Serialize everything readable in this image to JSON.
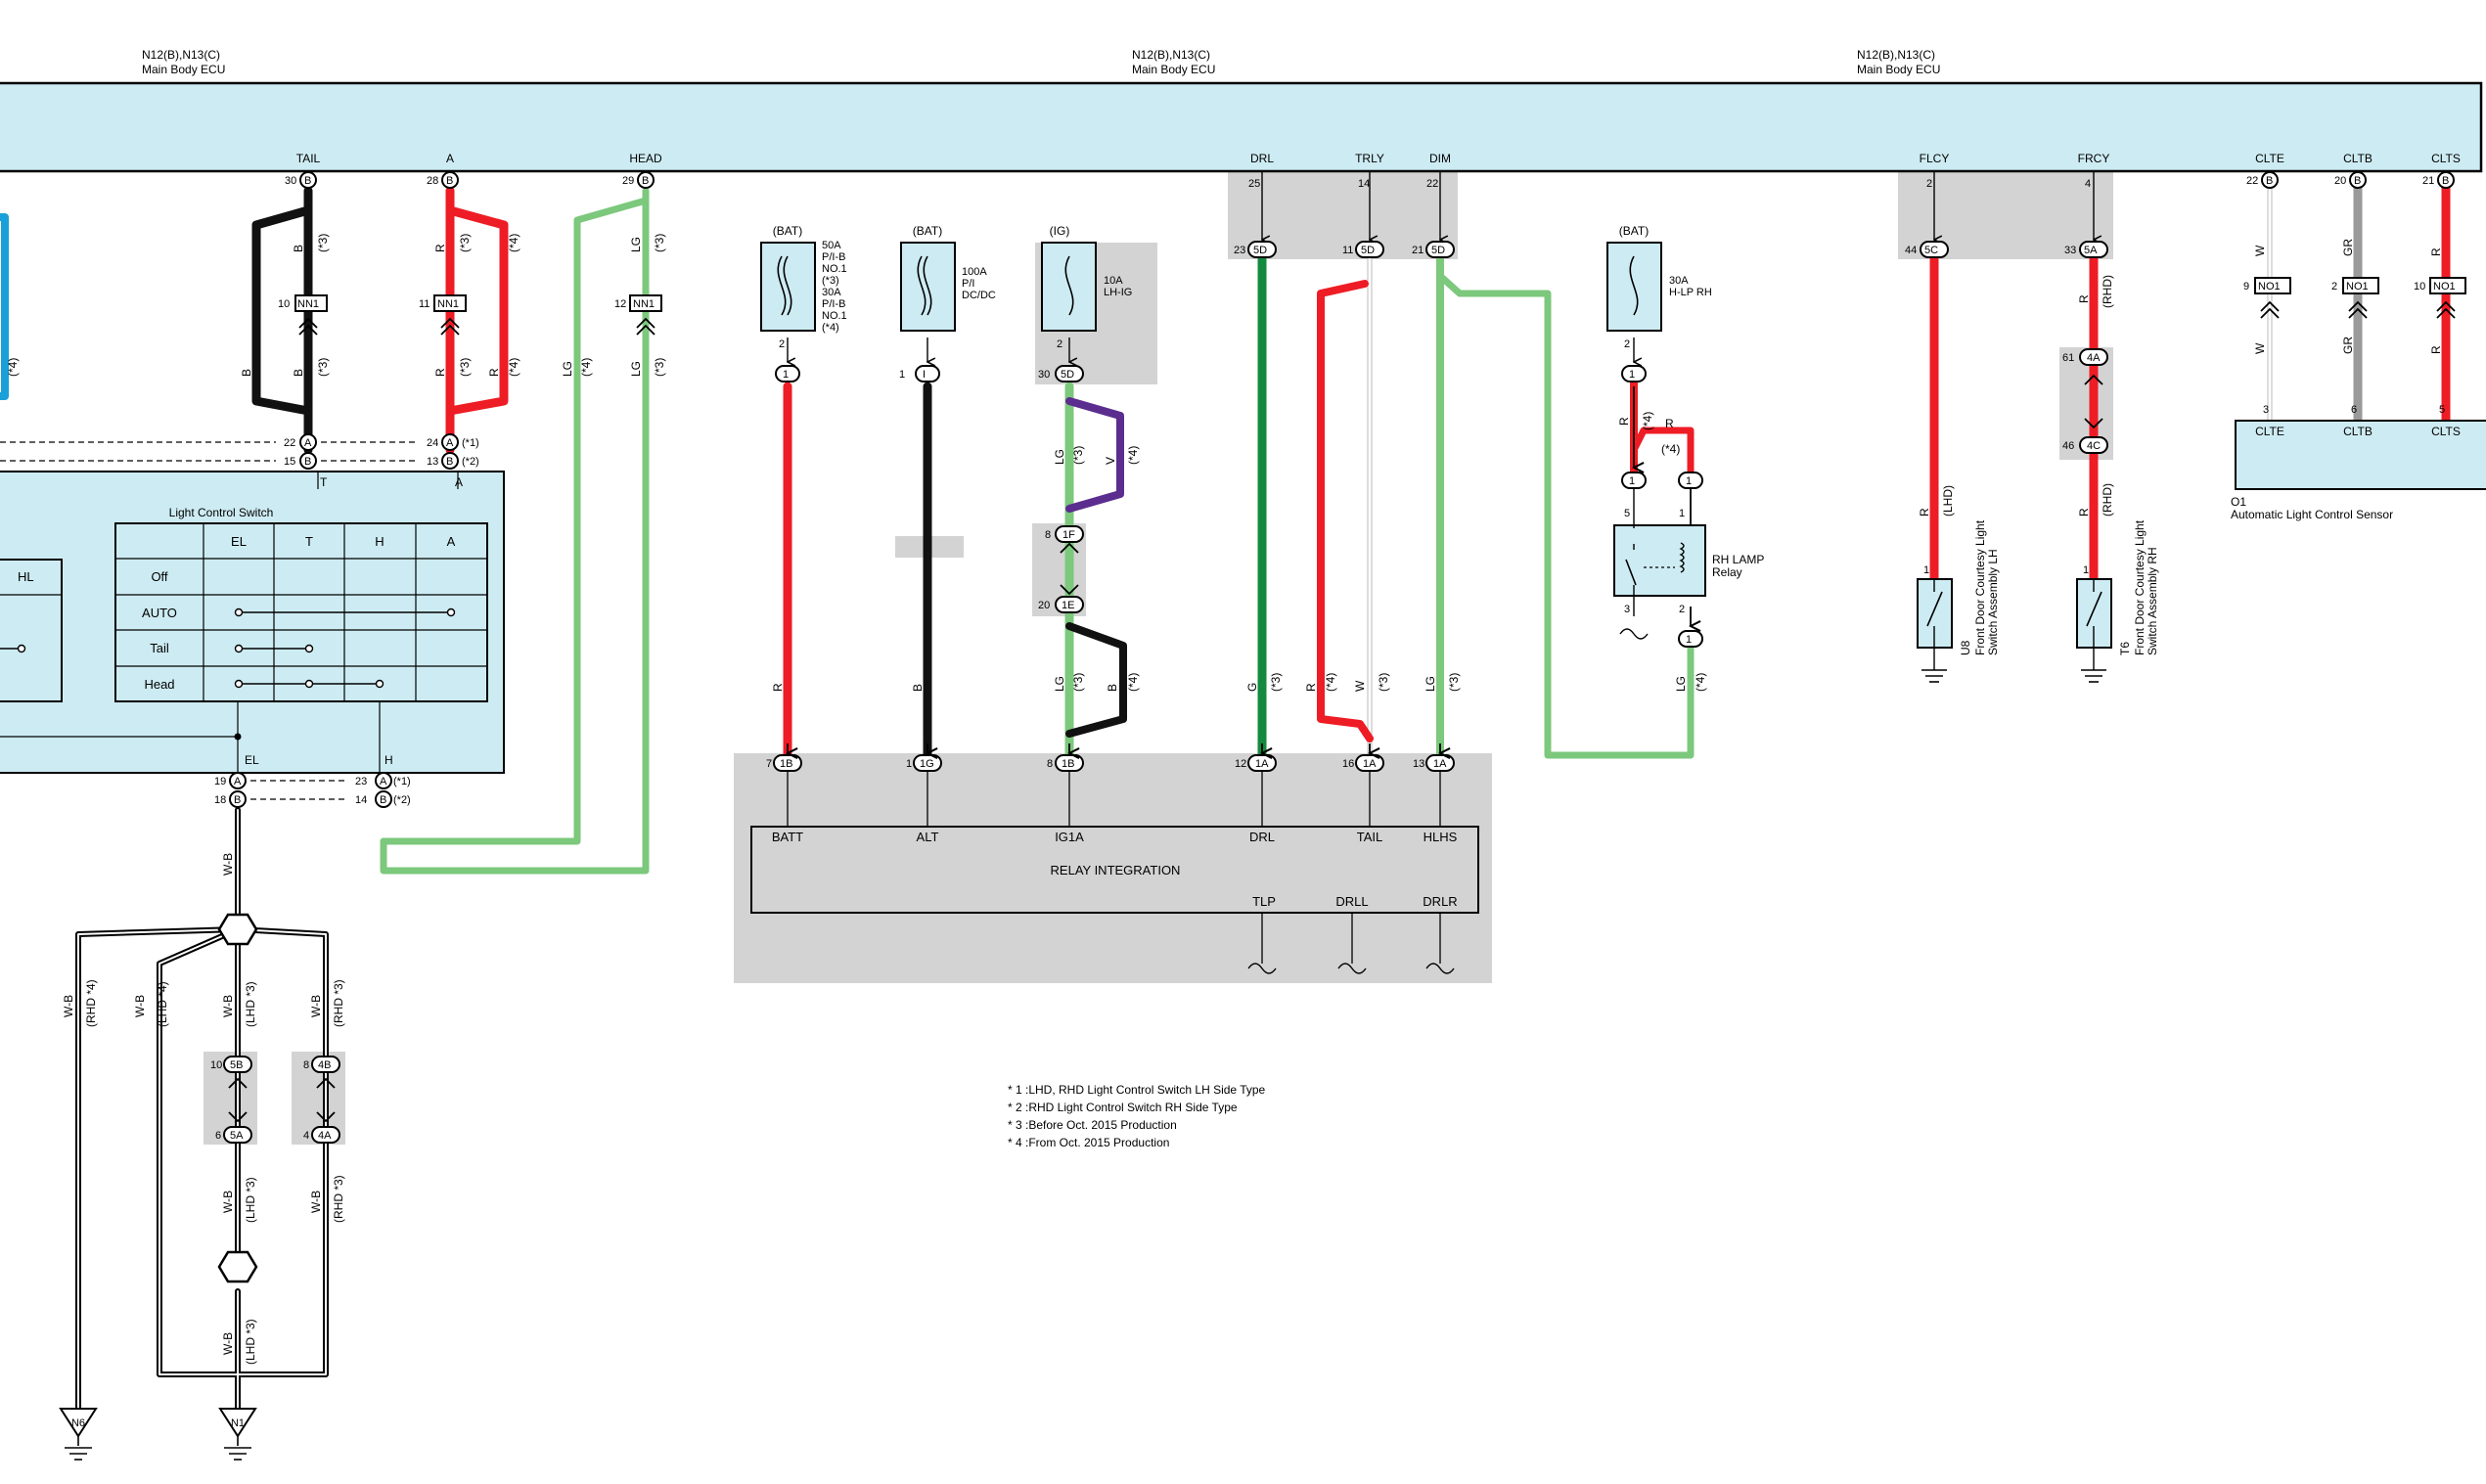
{
  "ecu_headers": [
    {
      "ref": "N12(B),N13(C)",
      "name": "Main Body ECU"
    },
    {
      "ref": "N12(B),N13(C)",
      "name": "Main Body ECU"
    },
    {
      "ref": "N12(B),N13(C)",
      "name": "Main Body ECU"
    }
  ],
  "ecu_terminals": {
    "tail": "TAIL",
    "a": "A",
    "head": "HEAD",
    "drl": "DRL",
    "trly": "TRLY",
    "dim": "DIM",
    "flcy": "FLCY",
    "frcy": "FRCY",
    "clte": "CLTE",
    "cltb": "CLTB",
    "clts": "CLTS"
  },
  "pins": {
    "tail_pin": "30",
    "a_pin": "28",
    "head_pin": "29",
    "drl_pin": "25",
    "trly_pin": "14",
    "dim_pin": "22",
    "drl_lower": "23",
    "trly_lower": "11",
    "dim_lower": "21",
    "flcy_pin": "2",
    "flcy_lower": "44",
    "frcy_pin": "4",
    "frcy_lower": "33",
    "clte_pin": "22",
    "cltb_pin": "20",
    "clts_pin": "21",
    "nn1_b": "10",
    "nn1_r": "11",
    "nn1_lg": "12",
    "sw_22": "22",
    "sw_15": "15",
    "sw_24": "24",
    "sw_13": "13",
    "sw_19": "19",
    "sw_18": "18",
    "sw_23": "23",
    "sw_14": "14",
    "no1_w": "9",
    "no1_gr": "2",
    "no1_r": "10",
    "clte_bottom": "3",
    "cltb_bottom": "6",
    "clts_bottom": "5",
    "fuse_pin2": "2",
    "ig_30": "30",
    "conn1_pin": "1",
    "ri_batt": "7",
    "ri_alt": "1",
    "ri_ig": "8",
    "ri_drl": "12",
    "ri_tail": "16",
    "ri_hlhs": "13",
    "f1_top": "8",
    "f1_bottom": "20",
    "relay_5": "5",
    "relay_1": "1",
    "relay_3": "3",
    "relay_2": "2",
    "sw_lh_1": "1",
    "sw_rh_1": "1",
    "frcy_61": "61",
    "frcy_46": "46",
    "gnd_10": "10",
    "gnd_6": "6",
    "gnd_8": "8",
    "gnd_4": "4"
  },
  "connectors": {
    "b": "B",
    "a": "A",
    "nn1": "NN1",
    "no1": "NO1",
    "c5d": "5D",
    "c5c": "5C",
    "c5a": "5A",
    "c4a": "4A",
    "c4c": "4C",
    "c1b": "1B",
    "c1g": "1G",
    "c1a": "1A",
    "c1f": "1F",
    "c1e": "1E",
    "c5b": "5B",
    "c4b": "4B",
    "one": "1",
    "i": "I"
  },
  "wire_labels": {
    "b": "B",
    "r": "R",
    "lg": "LG",
    "g": "G",
    "w": "W",
    "v": "V",
    "gr": "GR",
    "wb": "W-B",
    "n1": "(*1)",
    "n2": "(*2)",
    "n3": "(*3)",
    "n4": "(*4)",
    "lhd": "(LHD)",
    "rhd": "(RHD)",
    "lhd3": "(LHD *3)",
    "lhd4": "(LHD *4)",
    "rhd3": "(RHD *3)",
    "rhd4": "(RHD *4)"
  },
  "fuses": [
    {
      "source": "(BAT)",
      "label_lines": [
        "50A",
        "P/I-B",
        "NO.1",
        "(*3)",
        "30A",
        "P/I-B",
        "NO.1",
        "(*4)"
      ]
    },
    {
      "source": "(BAT)",
      "label_lines": [
        "100A",
        "P/I",
        "DC/DC"
      ]
    },
    {
      "source": "(IG)",
      "label_lines": [
        "10A",
        "LH-IG"
      ]
    },
    {
      "source": "(BAT)",
      "label_lines": [
        "30A",
        "H-LP RH"
      ]
    }
  ],
  "light_control_switch": {
    "title": "Light Control Switch",
    "columns": [
      "EL",
      "T",
      "H",
      "A"
    ],
    "rows": [
      "Off",
      "AUTO",
      "Tail",
      "Head"
    ],
    "left_column": "HL",
    "top_terminals": [
      "T",
      "A"
    ],
    "bottom_terminals": [
      "EL",
      "H"
    ]
  },
  "relay_integration": {
    "title": "RELAY INTEGRATION",
    "top_terminals": [
      "BATT",
      "ALT",
      "IG1A",
      "DRL",
      "TAIL",
      "HLHS"
    ],
    "bottom_terminals": [
      "TLP",
      "DRLL",
      "DRLR"
    ]
  },
  "rh_lamp_relay": {
    "name": "RH LAMP",
    "sub": "Relay"
  },
  "courtesy_switches": [
    {
      "ref": "U8",
      "name_lines": [
        "Front Door Courtesy Light",
        "Switch Assembly LH"
      ]
    },
    {
      "ref": "T6",
      "name_lines": [
        "Front Door Courtesy Light",
        "Switch Assembly RH"
      ]
    }
  ],
  "light_sensor": {
    "ref": "O1",
    "name": "Automatic Light Control Sensor",
    "terminals": [
      "CLTE",
      "CLTB",
      "CLTS"
    ]
  },
  "grounds": [
    "N6",
    "N1"
  ],
  "notes": [
    "* 1 :LHD, RHD Light Control Switch LH Side Type",
    "* 2 :RHD Light Control Switch RH Side Type",
    "* 3 :Before Oct. 2015 Production",
    "* 4 :From Oct. 2015 Production"
  ],
  "colors": {
    "ecu_fill": "#cdebf2",
    "wire_red": "#ee1c24",
    "wire_black": "#111111",
    "wire_lg": "#7cc87c",
    "wire_green": "#138a3e",
    "wire_violet": "#5b2d8e",
    "wire_gray": "#9a9a9a",
    "wire_blue": "#1aa0d8",
    "shade": "#d3d3d3"
  }
}
